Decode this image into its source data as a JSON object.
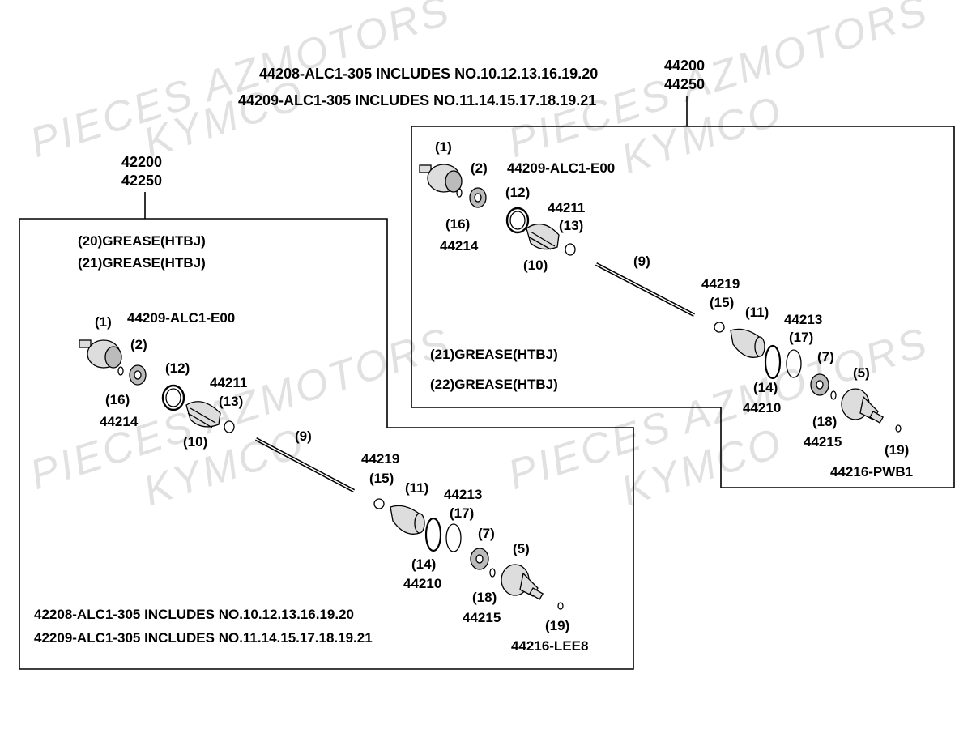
{
  "watermark": {
    "line1": "PIECES AZMOTORS",
    "line2": "KYMCO"
  },
  "header": {
    "line1": "44208-ALC1-305  INCLUDES NO.10.12.13.16.19.20",
    "line2": "44209-ALC1-305  INCLUDES NO.11.14.15.17.18.19.21"
  },
  "right_assembly": {
    "part_a": "44200",
    "part_b": "44250",
    "kit_code": "44209-ALC1-E00",
    "grease_1": "(21)GREASE(HTBJ)",
    "grease_2": "(22)GREASE(HTBJ)",
    "n1": "(1)",
    "n2": "(2)",
    "n16": "(16)",
    "p44214": "44214",
    "n12": "(12)",
    "p44211": "44211",
    "n13": "(13)",
    "n10": "(10)",
    "n9": "(9)",
    "p44219": "44219",
    "n15": "(15)",
    "n11": "(11)",
    "p44213": "44213",
    "n17": "(17)",
    "n14": "(14)",
    "p44210": "44210",
    "n7": "(7)",
    "n5": "(5)",
    "n18": "(18)",
    "p44215": "44215",
    "n19": "(19)",
    "p44216": "44216-PWB1"
  },
  "left_assembly": {
    "part_a": "42200",
    "part_b": "42250",
    "grease_1": "(20)GREASE(HTBJ)",
    "grease_2": "(21)GREASE(HTBJ)",
    "kit_code": "44209-ALC1-E00",
    "n1": "(1)",
    "n2": "(2)",
    "n16": "(16)",
    "p44214": "44214",
    "n12": "(12)",
    "p44211": "44211",
    "n13": "(13)",
    "n10": "(10)",
    "n9": "(9)",
    "p44219": "44219",
    "n15": "(15)",
    "n11": "(11)",
    "p44213": "44213",
    "n17": "(17)",
    "n14": "(14)",
    "p44210": "44210",
    "n7": "(7)",
    "n5": "(5)",
    "n18": "(18)",
    "p44215": "44215",
    "n19": "(19)",
    "p44216": "44216-LEE8",
    "footer_1": "42208-ALC1-305  INCLUDES NO.10.12.13.16.19.20",
    "footer_2": "42209-ALC1-305  INCLUDES NO.11.14.15.17.18.19.21"
  }
}
